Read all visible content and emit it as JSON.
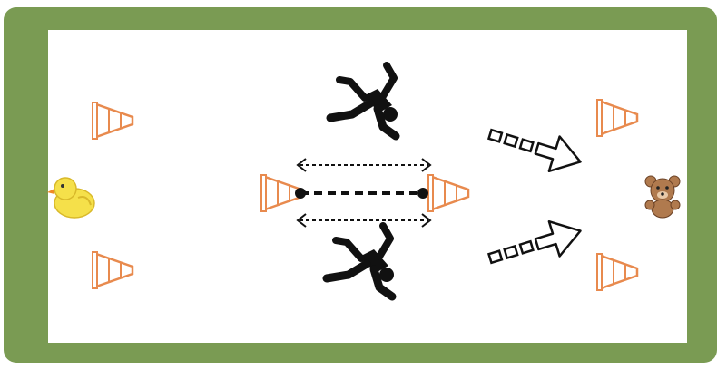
{
  "colors": {
    "frame": "#7a9b53",
    "field": "#ffffff",
    "cone_stroke": "#e88a4e",
    "cone_fill": "#ffffff",
    "ink": "#111111",
    "duck": "#f5e04a",
    "duck_outline": "#d9b92a",
    "bear": "#b07a4e",
    "bear_dark": "#6b4226"
  },
  "icons": {
    "left_goal": "rubber-duck-icon",
    "right_goal": "teddy-bear-icon",
    "player": "running-player-icon",
    "marker": "traffic-cone-icon",
    "direction": "dashed-arrow-icon"
  },
  "diagram": {
    "cone_count": 6,
    "player_count": 2,
    "run_arrow_count": 2
  }
}
